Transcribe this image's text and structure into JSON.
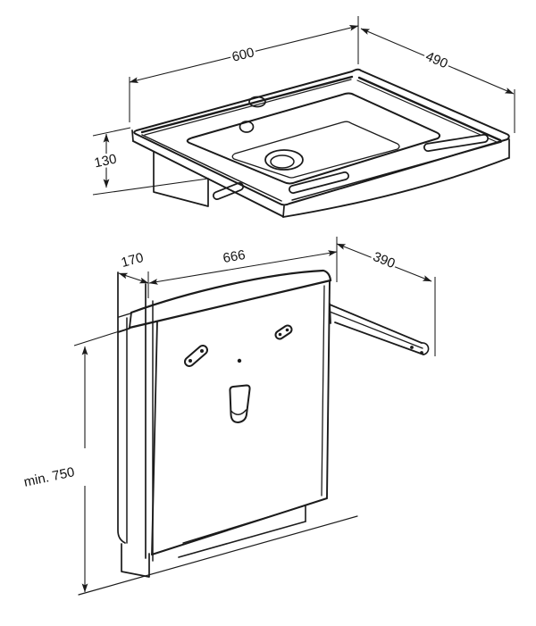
{
  "page": {
    "background_color": "#ffffff",
    "line_color": "#1b1b1b"
  },
  "drawing": {
    "washbasin_view": {
      "width_label": "600",
      "depth_label": "490",
      "height_label": "130"
    },
    "lift_unit_view": {
      "top_depth_label": "170",
      "width_label": "666",
      "arm_length_label": "390",
      "min_height_label": "min. 750"
    }
  }
}
